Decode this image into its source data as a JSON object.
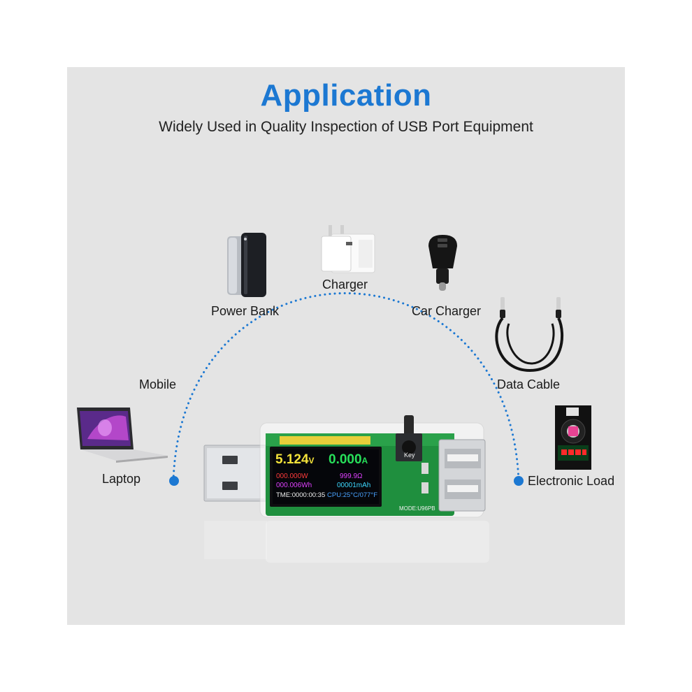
{
  "header": {
    "title": "Application",
    "subtitle": "Widely Used in Quality Inspection of USB Port Equipment"
  },
  "devices": {
    "power_bank": "Power Bank",
    "charger": "Charger",
    "car_charger": "Car Charger",
    "data_cable": "Data Cable",
    "mobile": "Mobile",
    "laptop": "Laptop",
    "electronic_load": "Electronic Load"
  },
  "display": {
    "voltage": "5.124",
    "voltage_unit": "V",
    "current": "0.000",
    "current_unit": "A",
    "power": "000.000W",
    "resistance": "999.9Ω",
    "energy": "000.006Wh",
    "capacity": "00001mAh",
    "time": "TME:0000:00:35",
    "temperature": "CPU:25°C/077°F"
  },
  "pcb": {
    "key_label": "Key",
    "mode_label": "MODE:U96PB"
  },
  "colors": {
    "accent": "#1c78d2",
    "panel_bg": "#e4e4e4",
    "pcb_green": "#1f8f3e"
  }
}
